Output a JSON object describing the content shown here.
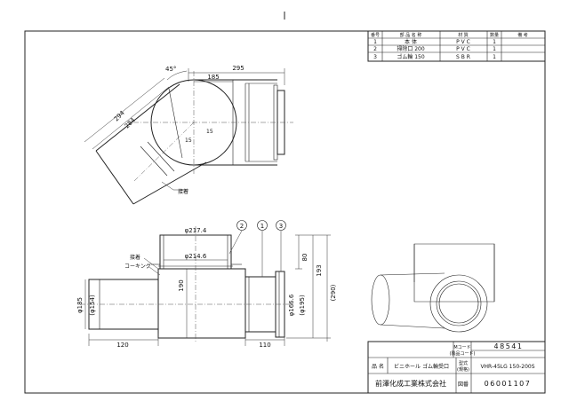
{
  "parts_table": {
    "headers": [
      "番号",
      "部 品 名 称",
      "材 質",
      "数量",
      "備 考"
    ],
    "rows": [
      [
        "1",
        "本 体",
        "P V C",
        "1",
        ""
      ],
      [
        "2",
        "掃除口 200",
        "P V C",
        "1",
        ""
      ],
      [
        "3",
        "ゴム輪 150",
        "S B R",
        "1",
        ""
      ]
    ]
  },
  "plan_view": {
    "dims": [
      "295",
      "185",
      "294",
      "284",
      "45°",
      "15",
      "15"
    ],
    "labels": [
      "接着"
    ]
  },
  "front_view": {
    "dims": [
      "φ217.4",
      "φ214.6",
      "190",
      "80",
      "193",
      "(290)",
      "φ185",
      "(φ154)",
      "φ166.6",
      "(φ195)",
      "120",
      "110"
    ],
    "labels": [
      "接着",
      "コーキング"
    ],
    "balloons": [
      "2",
      "1",
      "3"
    ]
  },
  "title_block": {
    "mcode_label": "Mコード\n(製品コード)",
    "mcode_label_1": "Mコード",
    "mcode_label_2": "(製品コード)",
    "mcode_value": "48541",
    "name_label": "品 名",
    "name_value": "ビニホール ゴム輪受口",
    "model_label_1": "型式",
    "model_label_2": "(規格)",
    "model_value": "VHR-45LG 150-200S",
    "company": "前澤化成工業株式会社",
    "drawing_label": "図番",
    "drawing_value": "06001107"
  }
}
